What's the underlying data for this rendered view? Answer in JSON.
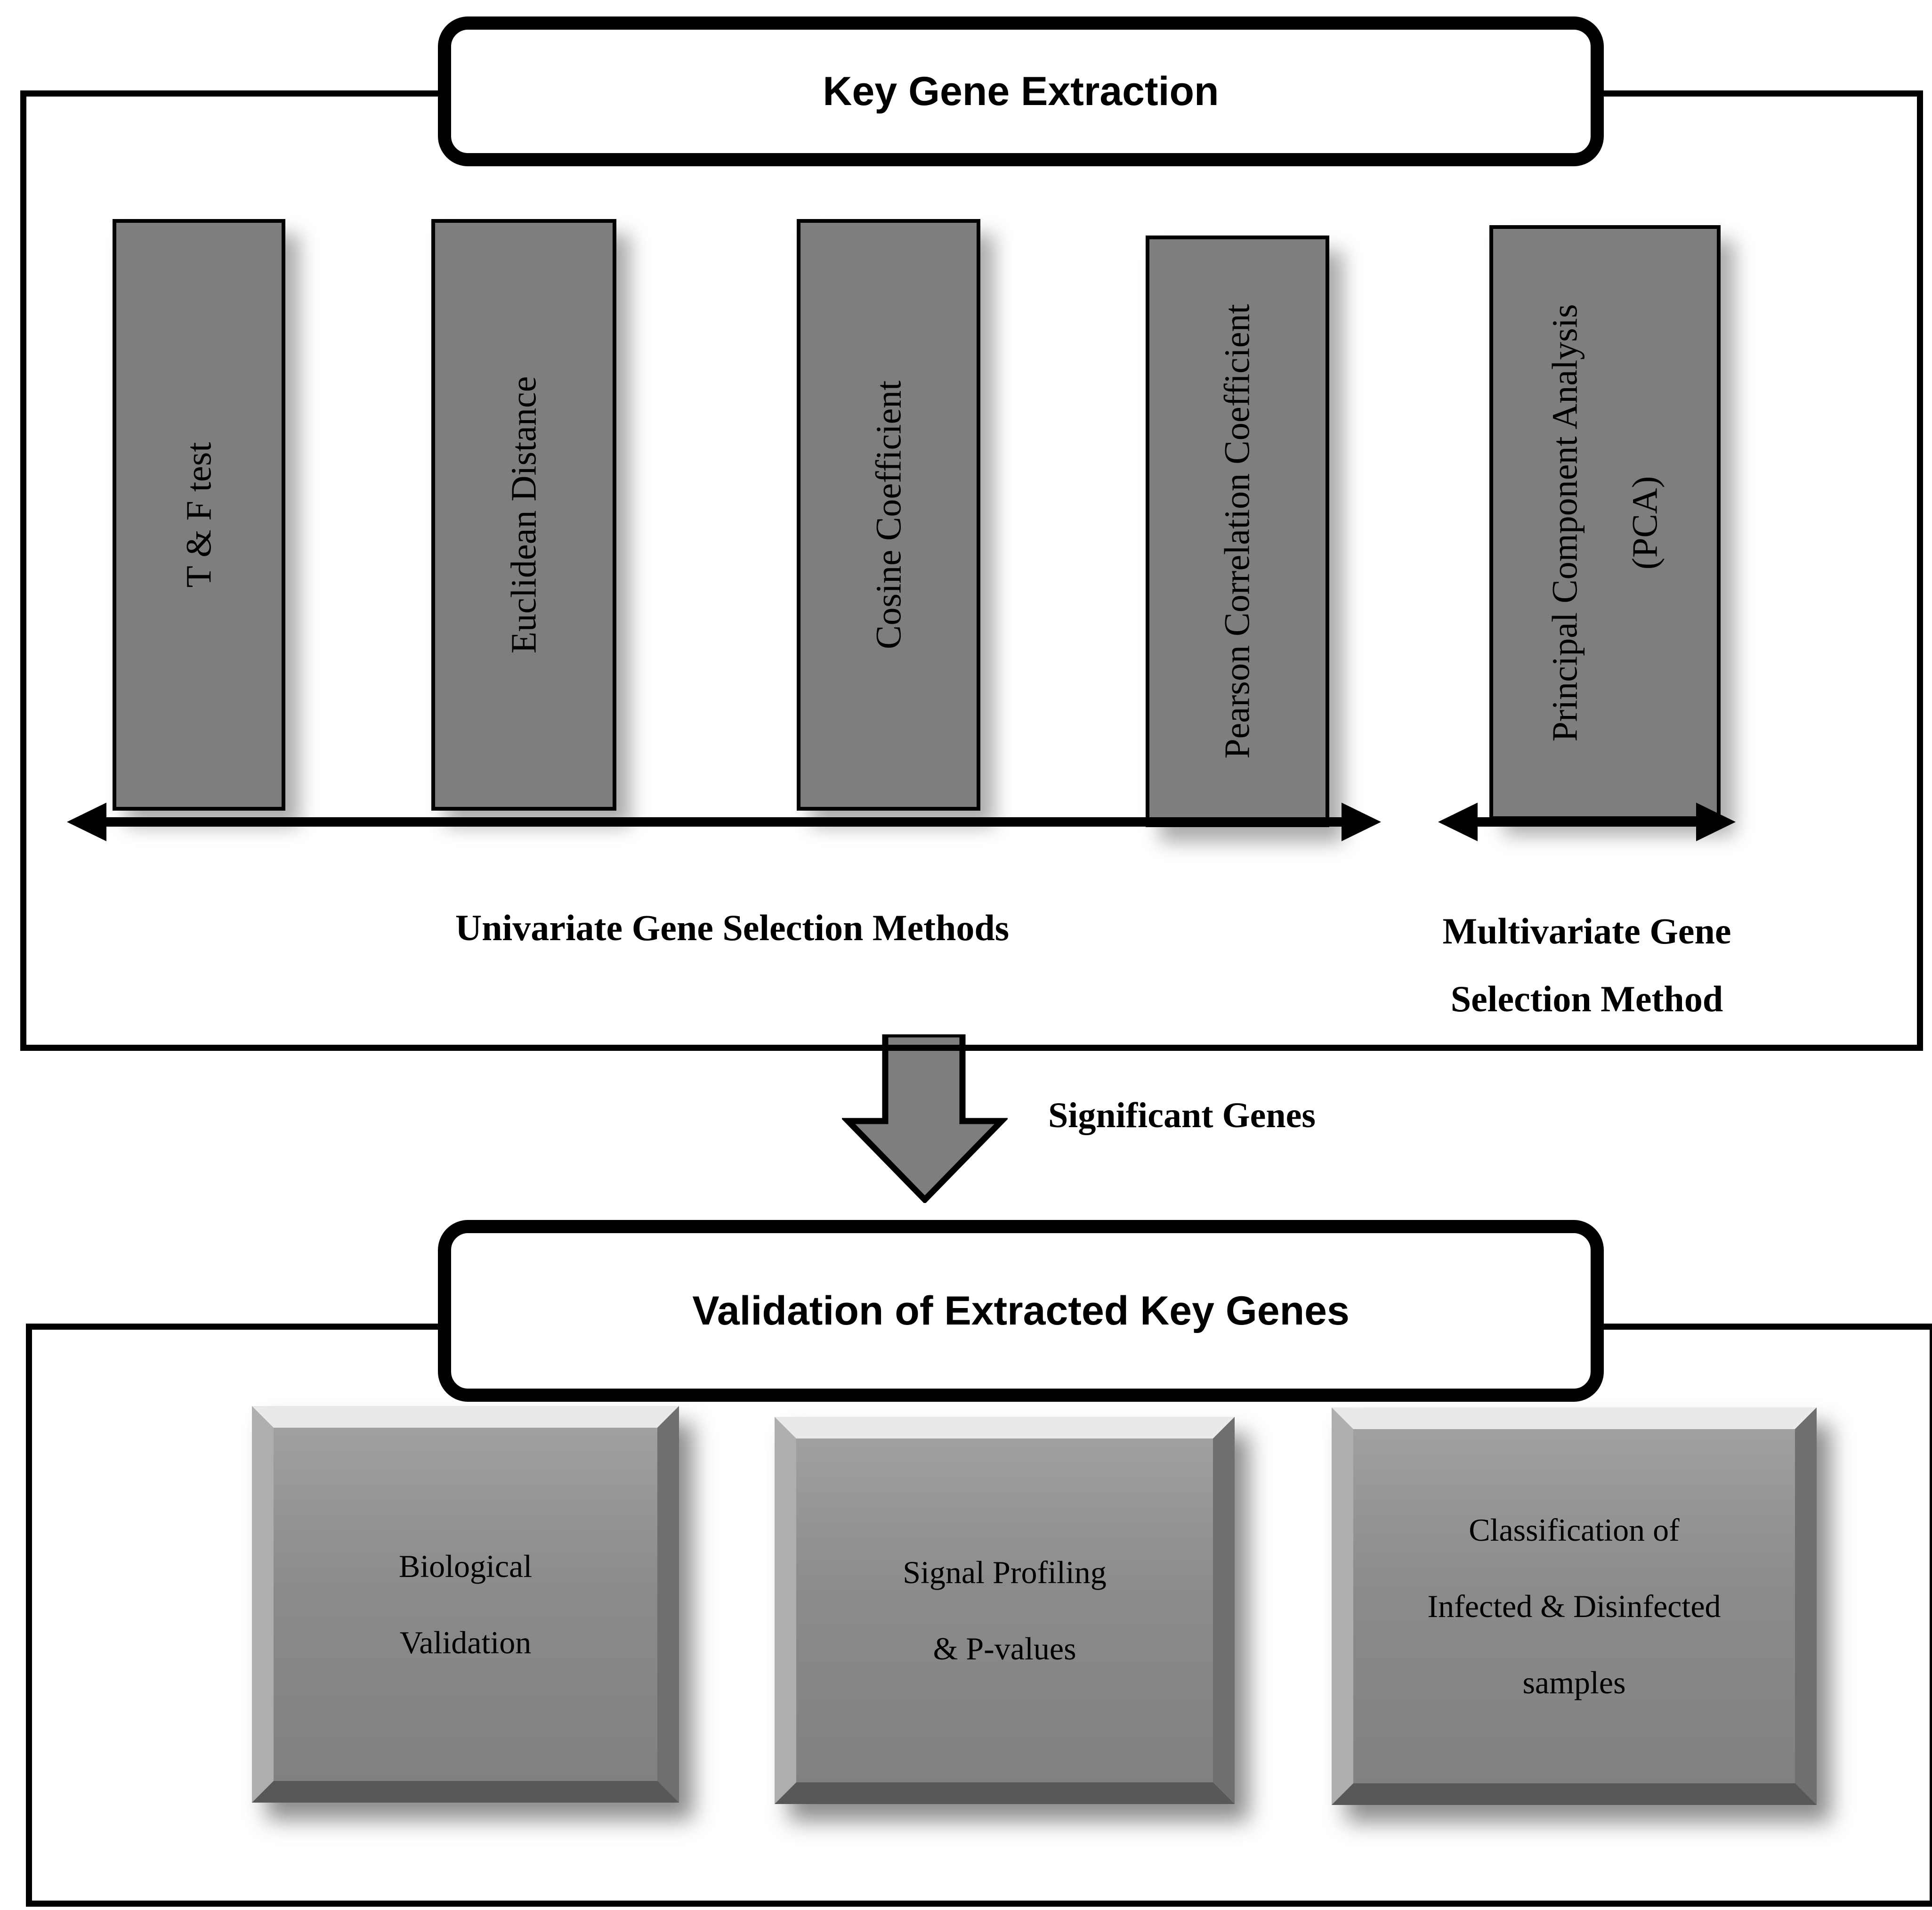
{
  "top_section": {
    "title": "Key Gene Extraction",
    "method_bars": [
      {
        "label": "T & F test"
      },
      {
        "label": "Euclidean Distance"
      },
      {
        "label": "Cosine Coefficient"
      },
      {
        "label": "Pearson Correlation Coefficient"
      },
      {
        "label": "Principal Component Analysis",
        "label_line2": "(PCA)"
      }
    ],
    "univariate_arrow_label": "Univariate Gene Selection Methods",
    "multivariate_arrow_label": {
      "line1": "Multivariate Gene",
      "line2": "Selection Method"
    }
  },
  "connector": {
    "label": "Significant Genes"
  },
  "bottom_section": {
    "title": "Validation of Extracted Key Genes",
    "validation_boxes": [
      {
        "lines": [
          "Biological",
          "Validation"
        ]
      },
      {
        "lines": [
          "Signal Profiling",
          "& P-values"
        ]
      },
      {
        "lines": [
          "Classification of",
          "Infected & Disinfected",
          "samples"
        ]
      }
    ]
  },
  "colors": {
    "bar_fill": "#7e7e7e",
    "arrow_fill": "#7e7e7e",
    "bevel_fill": "#8b8b8b",
    "outline": "#000000",
    "background": "#ffffff"
  }
}
